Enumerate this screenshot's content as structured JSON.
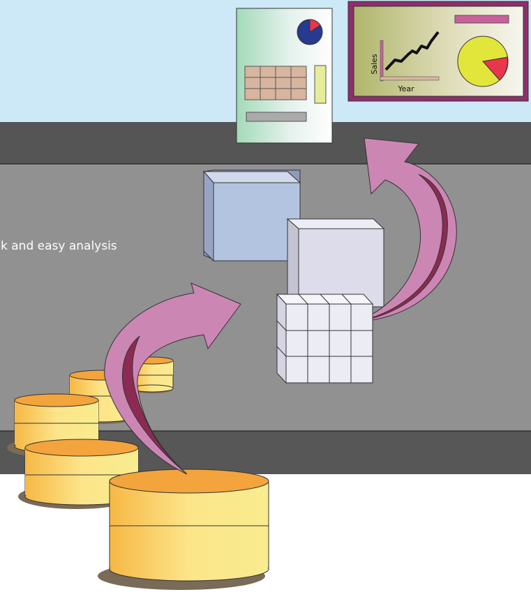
{
  "caption": "k and easy analysis",
  "report_chart": {
    "ylabel": "Sales",
    "xlabel": "Year"
  },
  "colors": {
    "sky": "#cde9f7",
    "dark_band": "#555555",
    "middle_band": "#919191",
    "db_yellow": "#fbd65a",
    "db_top": "#f3a43c",
    "arrow_dark": "#8c2a52",
    "arrow_light": "#cc86b4",
    "cube_blue": "#b3c4e0",
    "cube_lavender": "#dcdcea",
    "cube_grid": "#ececf4",
    "pie_blue": "#273a8f",
    "pie_red": "#e8364c",
    "pie_yellow": "#e3e63a",
    "bar_pink": "#c8619a",
    "table_tan": "#d8b59f"
  },
  "icons": [
    "database-icon",
    "data-cube-icon",
    "report-icon",
    "dashboard-icon",
    "flow-arrow-icon"
  ]
}
